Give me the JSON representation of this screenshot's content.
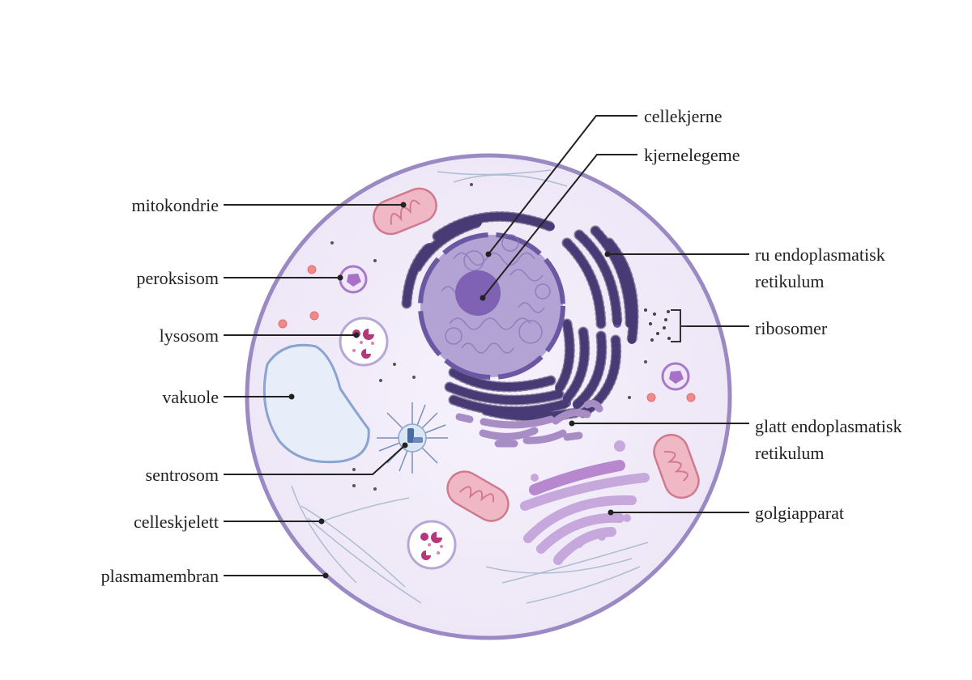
{
  "labels_left": {
    "mitokondrie": "mitokondrie",
    "peroksisom": "peroksisom",
    "lysosom": "lysosom",
    "vakuole": "vakuole",
    "sentrosom": "sentrosom",
    "celleskjelett": "celleskjelett",
    "plasmamembran": "plasmamembran"
  },
  "labels_right": {
    "cellekjerne": "cellekjerne",
    "kjernelegeme": "kjernelegeme",
    "ru_er_line1": "ru endoplasmatisk",
    "ru_er_line2": "retikulum",
    "ribosomer": "ribosomer",
    "glatt_er_line1": "glatt endoplasmatisk",
    "glatt_er_line2": "retikulum",
    "golgiapparat": "golgiapparat"
  },
  "colors": {
    "membrane": "#9b89c4",
    "cytoplasm": "#f3effa",
    "nucleus": "#b3a3d4",
    "nucleolus": "#7f62b3",
    "er": "#6a58a3",
    "smooth_er": "#a88cc4",
    "golgi": "#c7a8dc",
    "mito_fill": "#f0b8c4",
    "mito_edge": "#d07a8e",
    "vacuole": "#e7eefa",
    "vacuole_edge": "#8aa3d0",
    "lysosome_dot": "#b5377a",
    "leader": "#222222"
  }
}
